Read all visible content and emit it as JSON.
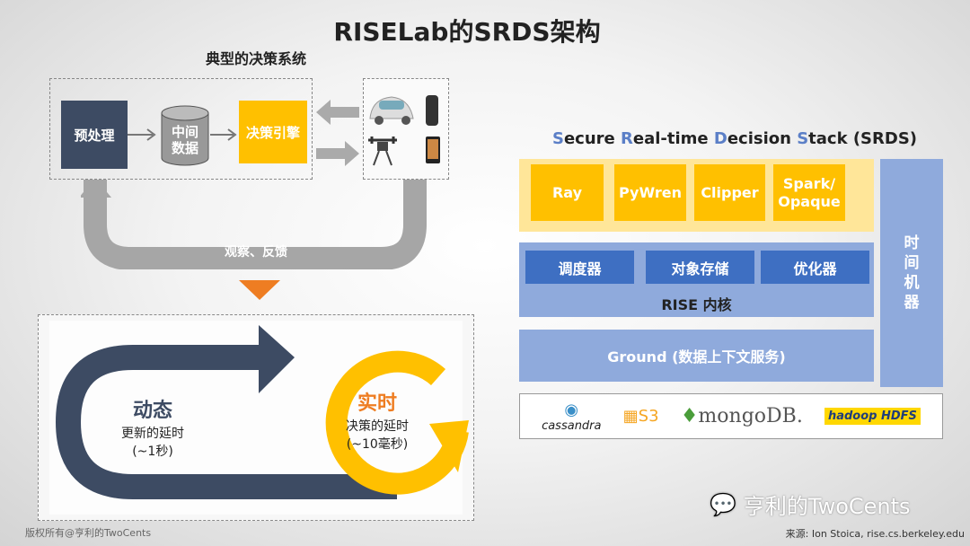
{
  "title": "RISELab的SRDS架构",
  "left": {
    "subtitle": "典型的决策系统",
    "preprocess": "预处理",
    "intermediate_data": "中间\n数据",
    "decision_engine": "决策引擎",
    "feedback": "观察、反馈",
    "dynamic": "动态",
    "dynamic_desc": "更新的延时",
    "dynamic_latency": "(~1秒)",
    "realtime": "实时",
    "realtime_desc": "决策的延时",
    "realtime_latency": "(~10毫秒)"
  },
  "srds": {
    "title_parts": [
      {
        "cap": "S",
        "rest": "ecure "
      },
      {
        "cap": "R",
        "rest": "eal-time "
      },
      {
        "cap": "D",
        "rest": "ecision "
      },
      {
        "cap": "S",
        "rest": "tack (SRDS)"
      }
    ],
    "apps": [
      "Ray",
      "PyWren",
      "Clipper",
      "Spark/\nOpaque"
    ],
    "kernel_modules": [
      "调度器",
      "对象存储",
      "优化器"
    ],
    "kernel_label": "RISE 内核",
    "ground": "Ground (数据上下文服务)",
    "time_machine": "时\n间\n机\n器",
    "storage": [
      "cassandra",
      "S3",
      "mongoDB.",
      "hadoop HDFS"
    ]
  },
  "footer": {
    "copyright": "版权所有@亨利的TwoCents",
    "watermark": "亨利的TwoCents",
    "source": "来源: Ion Stoica, rise.cs.berkeley.edu"
  },
  "colors": {
    "yellow": "#ffc000",
    "navy": "#3d4b63",
    "blue": "#3e6fc2",
    "light_blue": "#8faadc",
    "orange": "#ee7d22"
  }
}
